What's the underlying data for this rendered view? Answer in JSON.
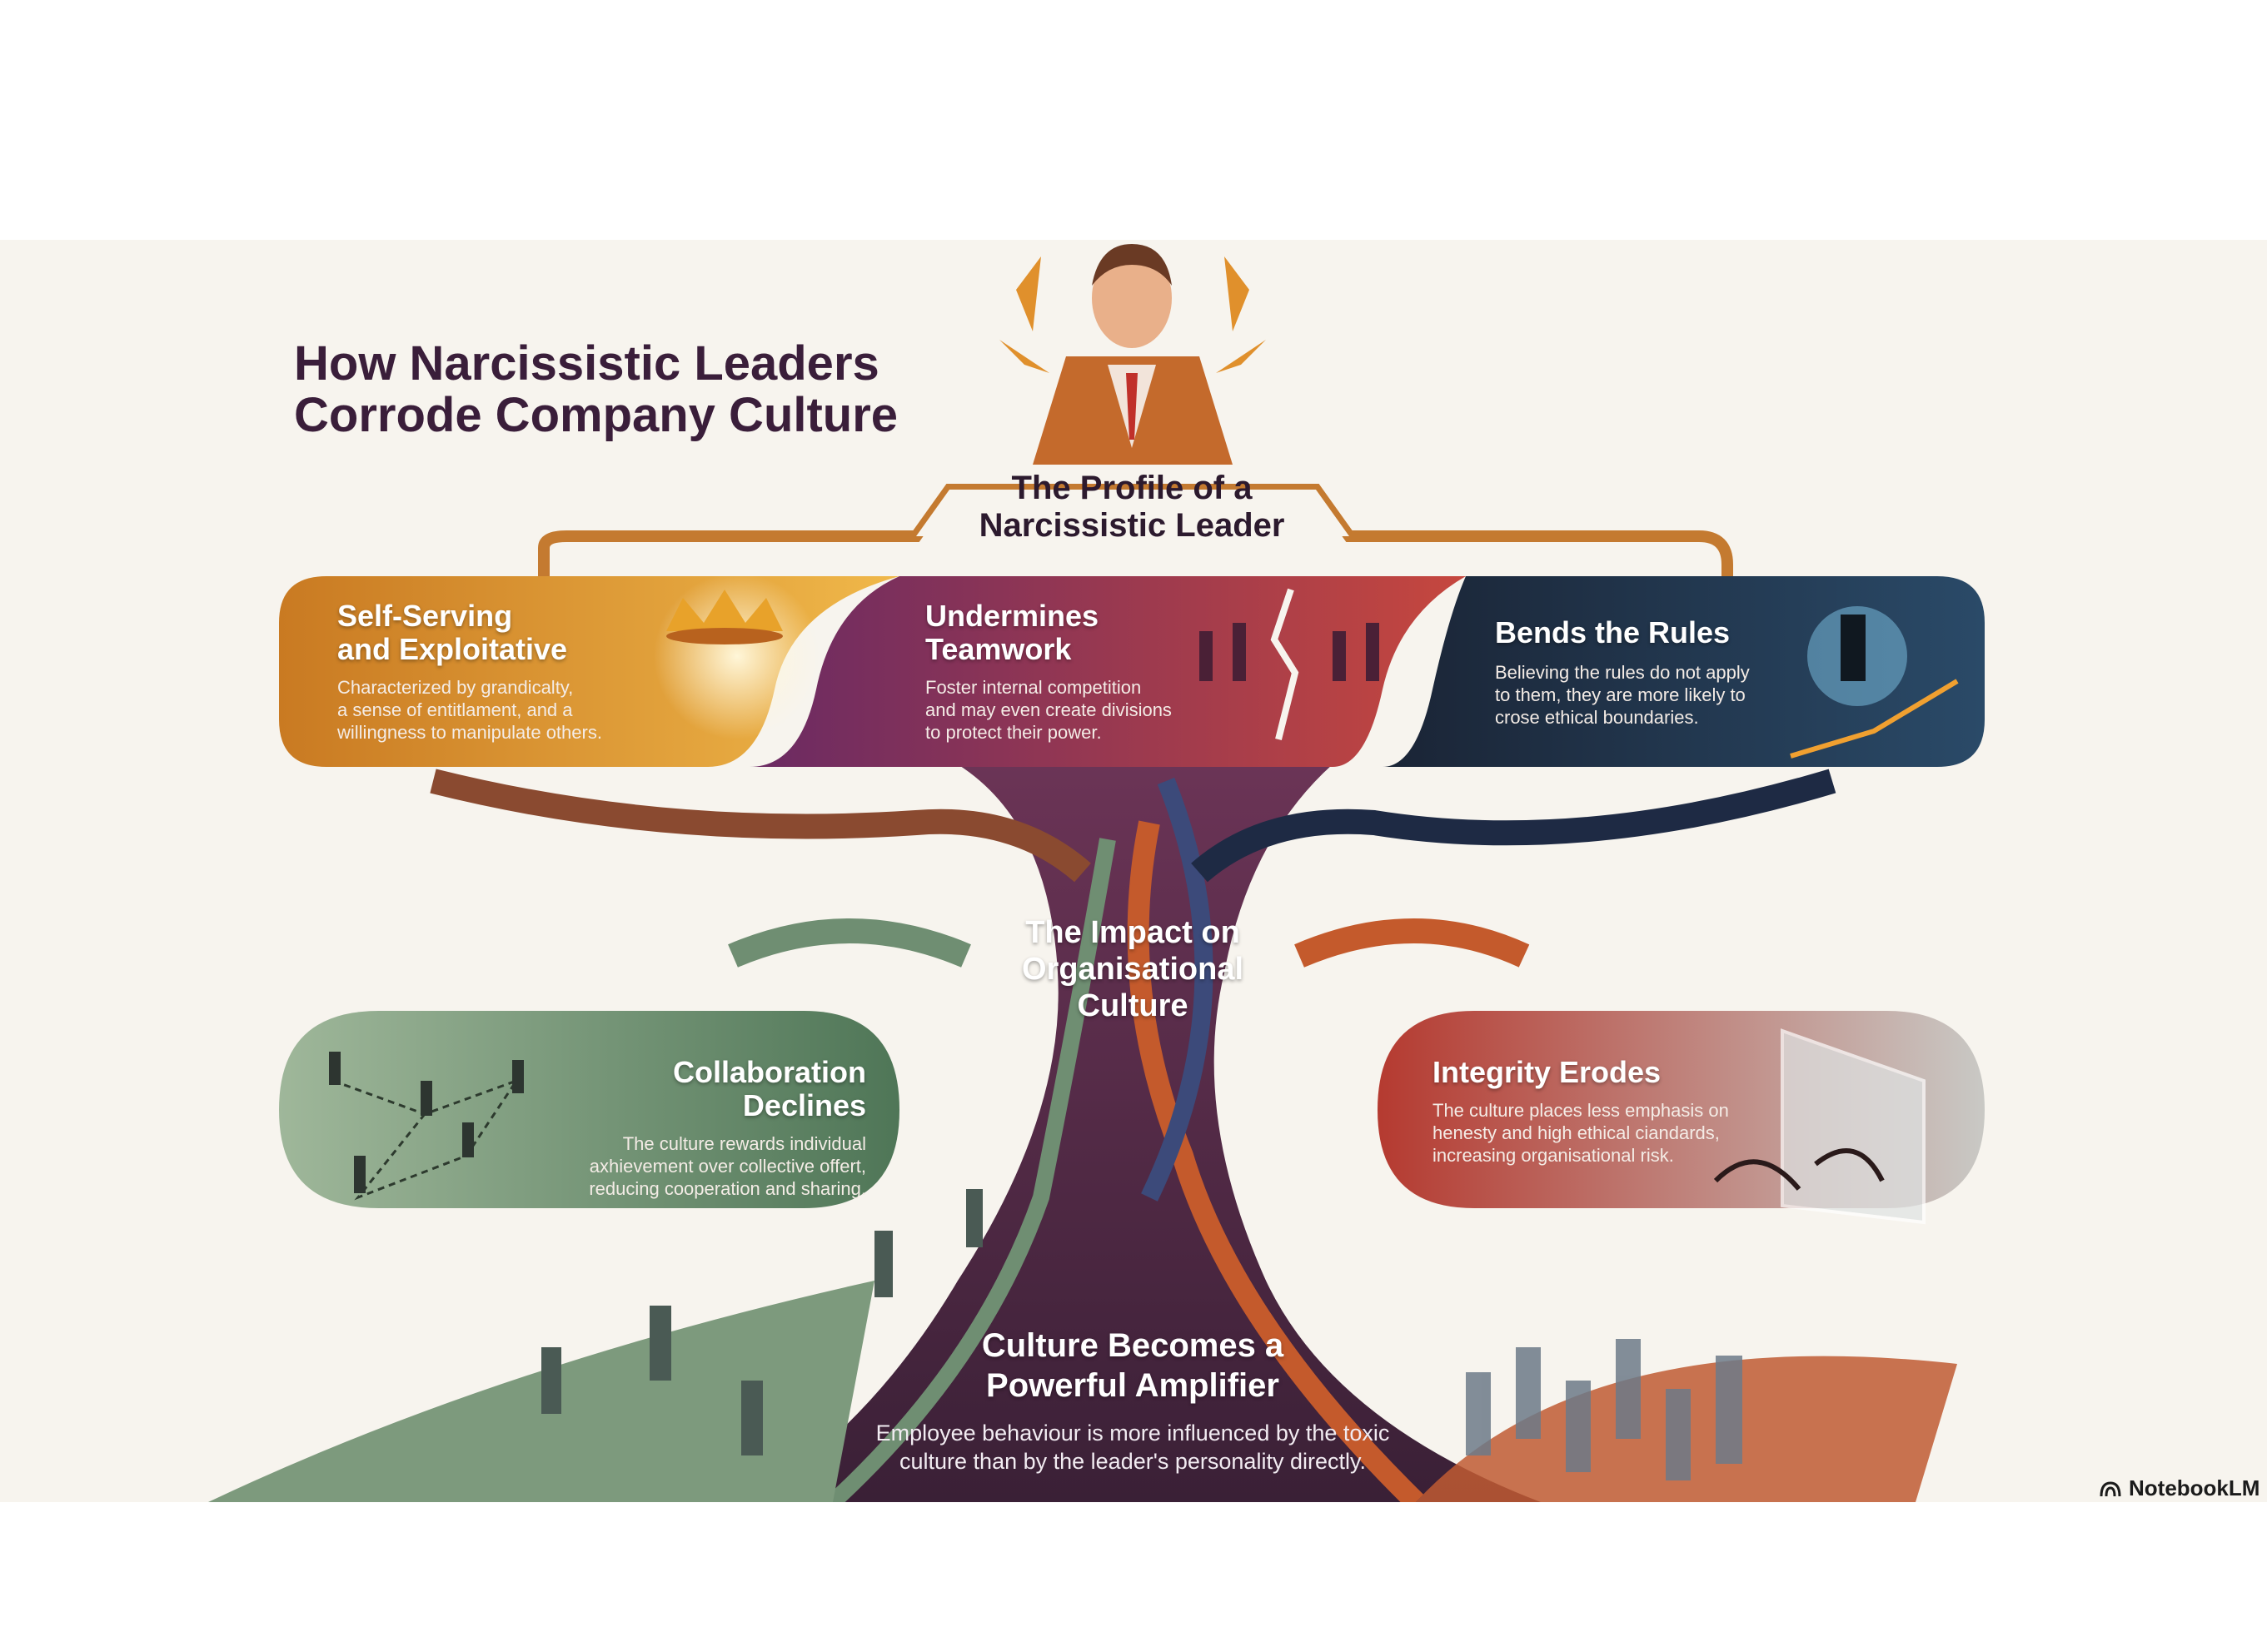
{
  "title": {
    "line1": "How Narcissistic Leaders",
    "line2": "Corrode Company Culture"
  },
  "profile": {
    "line1": "The Profile of a",
    "line2": "Narcissistic Leader"
  },
  "traits": [
    {
      "title1": "Self-Serving",
      "title2": "and Exploitative",
      "lines": [
        "Characterized by grandicalty,",
        "a sense of entitlament, and a",
        "willingness to manipulate others."
      ],
      "color": "#d08a2a",
      "icon": "crown-icon"
    },
    {
      "title1": "Undermines",
      "title2": "Teamwork",
      "lines": [
        "Foster internal competition",
        "and may even create divisions",
        "to protect their power."
      ],
      "color": "#7a2e5e",
      "icon": "divided-team-icon"
    },
    {
      "title1": "Bends the Rules",
      "title2": "",
      "lines": [
        "Believing the rules do not apply",
        "to them, they are more likely to",
        "crose ethical boundaries."
      ],
      "color": "#1d2a3e",
      "icon": "rule-breaker-icon"
    }
  ],
  "impact": {
    "line1": "The Impact on",
    "line2": "Organisational",
    "line3": "Culture"
  },
  "effects": [
    {
      "title": "Collaboration Declines",
      "lines": [
        "The culture rewards individual",
        "axhievement over collective offert,",
        "reducing cooperation and sharing."
      ],
      "color": "#5e8262",
      "icon": "network-people-icon"
    },
    {
      "title": "Integrity Erodes",
      "lines": [
        "The culture places less emphasis on",
        "henesty and high ethical ciandards,",
        "increasing organisational risk."
      ],
      "color": "#b8453a",
      "icon": "broken-glass-thorns-icon"
    }
  ],
  "amplifier": {
    "line1": "Culture Becomes a",
    "line2": "Powerful Amplifier",
    "lines": [
      "Employee behaviour is more influenced by the toxic",
      "culture than by the leader's personality directly."
    ]
  },
  "brand": "NotebookLM"
}
